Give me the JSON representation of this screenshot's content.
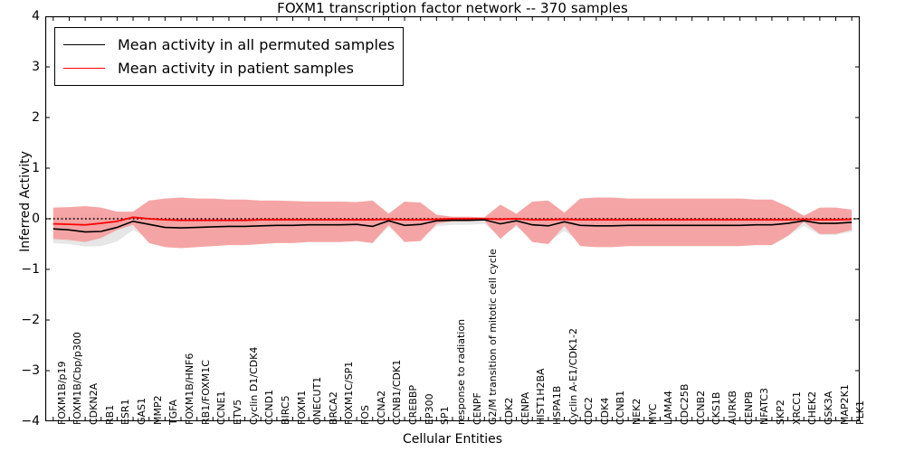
{
  "chart_data": {
    "type": "line",
    "title": "FOXM1 transcription factor network -- 370 samples",
    "xlabel": "Cellular Entities",
    "ylabel": "Inferred Activity",
    "ylim": [
      -4,
      4
    ],
    "yticks": [
      "4",
      "3",
      "2",
      "1",
      "0",
      "−1",
      "−2",
      "−3",
      "−4"
    ],
    "grid": false,
    "legend_position": "upper left",
    "legend": [
      {
        "label": "Mean activity in all permuted samples",
        "color": "#000000"
      },
      {
        "label": "Mean activity in patient samples",
        "color": "#ff0000"
      }
    ],
    "colors": {
      "permuted_line": "#000000",
      "patient_line": "#ff0000",
      "permuted_band": "#e6e6e6",
      "patient_band": "#f4a0a0",
      "zero_reference": "#000000",
      "axes": "#000000",
      "background": "#ffffff"
    },
    "reference_line": {
      "y": 0,
      "style": "dotted",
      "color": "#000000"
    },
    "categories": [
      "FOXM1B/p19",
      "FOXM1B/Cbp/p300",
      "CDKN2A",
      "RB1",
      "ESR1",
      "GAS1",
      "MMP2",
      "TGFA",
      "FOXM1B/HNF6",
      "RB1/FOXM1C",
      "CCNE1",
      "ETV5",
      "Cyclin D1/CDK4",
      "CCND1",
      "BIRC5",
      "FOXM1",
      "ONECUT1",
      "BRCA2",
      "FOXM1C/SP1",
      "FOS",
      "CCNA2",
      "CCNB1/CDK1",
      "CREBBP",
      "EP300",
      "SP1",
      "response to radiation",
      "CENPF",
      "G2/M transition of mitotic cell cycle",
      "CDK2",
      "CENPA",
      "HIST1H2BA",
      "HSPA1B",
      "Cyclin A-E1/CDK1-2",
      "CDC2",
      "CDK4",
      "CCNB1",
      "NEK2",
      "MYC",
      "LAMA4",
      "CDC25B",
      "CCNB2",
      "CKS1B",
      "AURKB",
      "CENPB",
      "NFATC3",
      "SKP2",
      "XRCC1",
      "CHEK2",
      "GSK3A",
      "MAP2K1",
      "PLK1"
    ],
    "series": [
      {
        "name": "Mean activity in all permuted samples",
        "color": "#000000",
        "values": [
          -0.2,
          -0.22,
          -0.26,
          -0.25,
          -0.17,
          -0.05,
          -0.11,
          -0.17,
          -0.18,
          -0.17,
          -0.16,
          -0.15,
          -0.15,
          -0.14,
          -0.13,
          -0.13,
          -0.12,
          -0.12,
          -0.12,
          -0.11,
          -0.15,
          -0.04,
          -0.13,
          -0.11,
          -0.04,
          -0.03,
          -0.03,
          -0.02,
          -0.1,
          -0.04,
          -0.12,
          -0.14,
          -0.06,
          -0.13,
          -0.14,
          -0.14,
          -0.13,
          -0.13,
          -0.13,
          -0.13,
          -0.13,
          -0.13,
          -0.13,
          -0.13,
          -0.12,
          -0.12,
          -0.09,
          -0.04,
          -0.09,
          -0.09,
          -0.07
        ],
        "band": [
          [
            -0.48,
            0.06
          ],
          [
            -0.5,
            0.07
          ],
          [
            -0.55,
            0.08
          ],
          [
            -0.54,
            0.08
          ],
          [
            -0.45,
            0.06
          ],
          [
            -0.22,
            0.04
          ],
          [
            -0.4,
            0.18
          ],
          [
            -0.52,
            0.2
          ],
          [
            -0.54,
            0.2
          ],
          [
            -0.52,
            0.2
          ],
          [
            -0.5,
            0.2
          ],
          [
            -0.48,
            0.2
          ],
          [
            -0.48,
            0.2
          ],
          [
            -0.47,
            0.2
          ],
          [
            -0.46,
            0.2
          ],
          [
            -0.45,
            0.2
          ],
          [
            -0.44,
            0.2
          ],
          [
            -0.44,
            0.19
          ],
          [
            -0.44,
            0.19
          ],
          [
            -0.42,
            0.19
          ],
          [
            -0.46,
            0.2
          ],
          [
            -0.16,
            0.06
          ],
          [
            -0.44,
            0.19
          ],
          [
            -0.4,
            0.18
          ],
          [
            -0.15,
            0.05
          ],
          [
            -0.12,
            0.04
          ],
          [
            -0.12,
            0.04
          ],
          [
            -0.1,
            0.03
          ],
          [
            -0.36,
            0.16
          ],
          [
            -0.16,
            0.06
          ],
          [
            -0.42,
            0.18
          ],
          [
            -0.46,
            0.19
          ],
          [
            -0.24,
            0.1
          ],
          [
            -0.46,
            0.2
          ],
          [
            -0.48,
            0.2
          ],
          [
            -0.48,
            0.2
          ],
          [
            -0.46,
            0.2
          ],
          [
            -0.46,
            0.2
          ],
          [
            -0.46,
            0.2
          ],
          [
            -0.46,
            0.2
          ],
          [
            -0.46,
            0.2
          ],
          [
            -0.46,
            0.2
          ],
          [
            -0.46,
            0.2
          ],
          [
            -0.46,
            0.2
          ],
          [
            -0.44,
            0.19
          ],
          [
            -0.44,
            0.19
          ],
          [
            -0.34,
            0.15
          ],
          [
            -0.14,
            0.05
          ],
          [
            -0.32,
            0.14
          ],
          [
            -0.32,
            0.14
          ],
          [
            -0.26,
            0.12
          ]
        ]
      },
      {
        "name": "Mean activity in patient samples",
        "color": "#ff0000",
        "values": [
          -0.1,
          -0.11,
          -0.12,
          -0.09,
          -0.05,
          0.03,
          0.0,
          -0.02,
          -0.03,
          -0.03,
          -0.03,
          -0.03,
          -0.03,
          -0.02,
          -0.02,
          -0.02,
          -0.02,
          -0.02,
          -0.02,
          -0.02,
          -0.02,
          -0.01,
          -0.02,
          -0.02,
          -0.01,
          0.0,
          0.0,
          0.0,
          -0.01,
          0.0,
          -0.02,
          -0.02,
          -0.01,
          -0.02,
          -0.02,
          -0.02,
          -0.02,
          -0.02,
          -0.02,
          -0.02,
          -0.02,
          -0.02,
          -0.02,
          -0.02,
          -0.02,
          -0.02,
          -0.02,
          -0.01,
          -0.02,
          -0.02,
          -0.01
        ],
        "band": [
          [
            -0.4,
            0.22
          ],
          [
            -0.42,
            0.23
          ],
          [
            -0.46,
            0.25
          ],
          [
            -0.38,
            0.22
          ],
          [
            -0.22,
            0.14
          ],
          [
            -0.12,
            0.14
          ],
          [
            -0.48,
            0.36
          ],
          [
            -0.56,
            0.4
          ],
          [
            -0.58,
            0.42
          ],
          [
            -0.56,
            0.4
          ],
          [
            -0.54,
            0.4
          ],
          [
            -0.52,
            0.38
          ],
          [
            -0.52,
            0.38
          ],
          [
            -0.5,
            0.36
          ],
          [
            -0.48,
            0.36
          ],
          [
            -0.48,
            0.35
          ],
          [
            -0.46,
            0.34
          ],
          [
            -0.46,
            0.34
          ],
          [
            -0.46,
            0.34
          ],
          [
            -0.44,
            0.33
          ],
          [
            -0.48,
            0.36
          ],
          [
            -0.12,
            0.1
          ],
          [
            -0.46,
            0.34
          ],
          [
            -0.44,
            0.32
          ],
          [
            -0.1,
            0.08
          ],
          [
            -0.05,
            0.04
          ],
          [
            -0.05,
            0.04
          ],
          [
            -0.04,
            0.03
          ],
          [
            -0.4,
            0.28
          ],
          [
            -0.12,
            0.1
          ],
          [
            -0.46,
            0.34
          ],
          [
            -0.5,
            0.36
          ],
          [
            -0.14,
            0.12
          ],
          [
            -0.54,
            0.4
          ],
          [
            -0.56,
            0.42
          ],
          [
            -0.56,
            0.42
          ],
          [
            -0.54,
            0.4
          ],
          [
            -0.54,
            0.4
          ],
          [
            -0.54,
            0.4
          ],
          [
            -0.54,
            0.4
          ],
          [
            -0.54,
            0.4
          ],
          [
            -0.54,
            0.4
          ],
          [
            -0.54,
            0.4
          ],
          [
            -0.54,
            0.4
          ],
          [
            -0.52,
            0.38
          ],
          [
            -0.52,
            0.38
          ],
          [
            -0.34,
            0.24
          ],
          [
            -0.06,
            0.06
          ],
          [
            -0.3,
            0.22
          ],
          [
            -0.3,
            0.22
          ],
          [
            -0.22,
            0.18
          ]
        ]
      }
    ]
  }
}
